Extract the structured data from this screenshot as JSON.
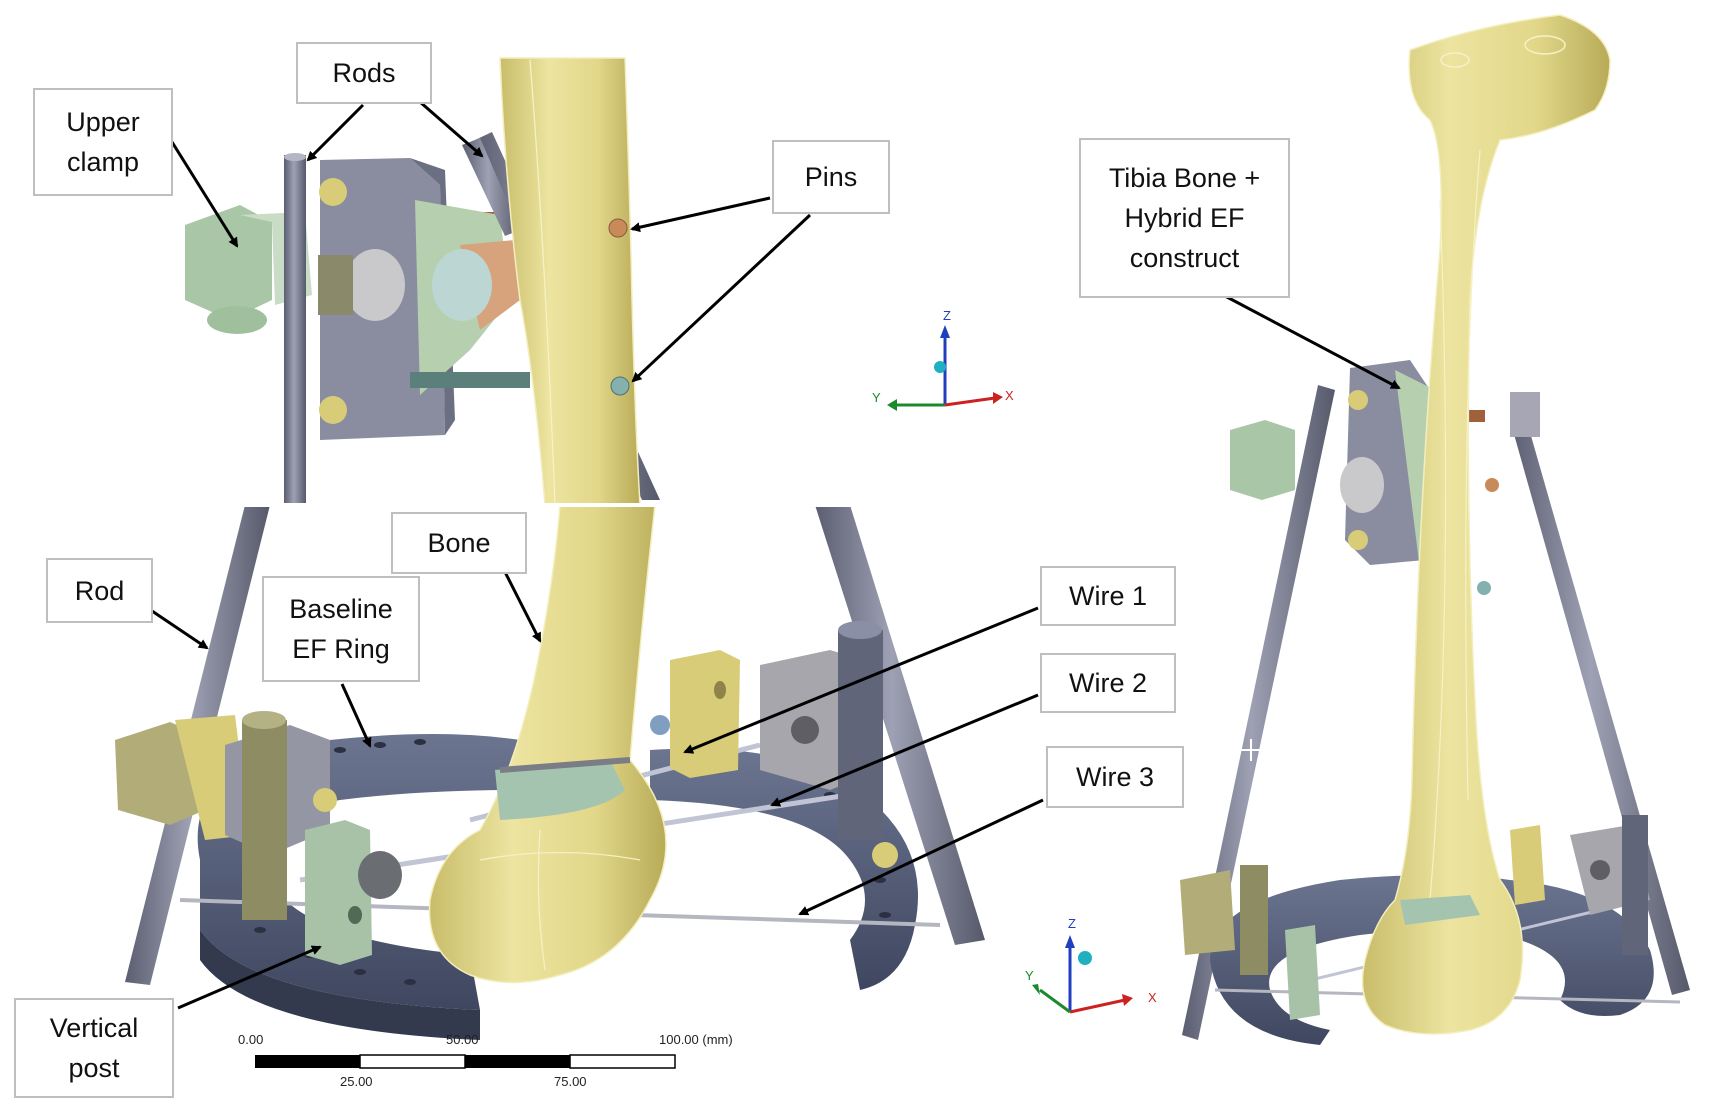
{
  "labels": {
    "upper_clamp": [
      "Upper",
      "clamp"
    ],
    "rods": "Rods",
    "pins": "Pins",
    "tibia_construct": [
      "Tibia Bone +",
      "Hybrid EF",
      "construct"
    ],
    "rod": "Rod",
    "bone": "Bone",
    "baseline_ring": [
      "Baseline",
      "EF Ring"
    ],
    "wire_1": "Wire 1",
    "wire_2": "Wire 2",
    "wire_3": "Wire 3",
    "vertical_post": [
      "Vertical",
      "post"
    ]
  },
  "scale_bar": {
    "top_ticks": [
      "0.00",
      "50.00",
      "100.00 (mm)"
    ],
    "bottom_ticks": [
      "25.00",
      "75.00"
    ]
  },
  "axes": {
    "z": "Z",
    "y": "Y",
    "x": "X"
  },
  "colors": {
    "bone": "#e6dc8c",
    "bone_edge": "#f4f0c0",
    "metal_dark": "#5f6478",
    "metal": "#80849a",
    "clamp_green": "#aeccaa",
    "post_olive": "#8e8c62",
    "block_yellow": "#d8cc78",
    "pin_copper": "#a0603c",
    "pin_teal": "#6f9a98",
    "axis_z": "#1f3fbf",
    "axis_x": "#cc2222",
    "axis_y": "#1c8a2c",
    "arrow": "#000000",
    "box_border": "#bfbfbf"
  }
}
